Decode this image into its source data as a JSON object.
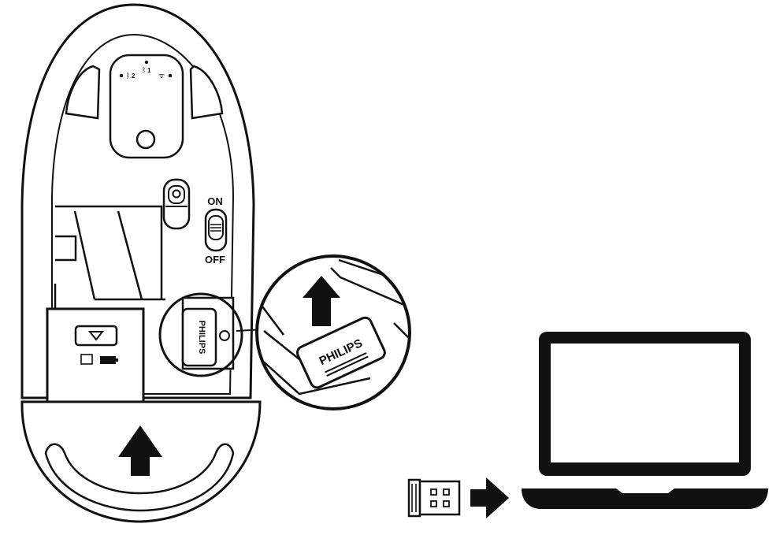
{
  "mouse": {
    "brand": "PHILIPS",
    "switch_on": "ON",
    "switch_off": "OFF",
    "mode_labels": [
      "2",
      "1"
    ],
    "icons": [
      "bluetooth-icon",
      "wifi-icon",
      "arrow-down-icon",
      "battery-icon",
      "arrow-up-icon"
    ]
  },
  "zoom": {
    "brand": "PHILIPS"
  },
  "laptop": {
    "icons": [
      "usb-receiver-icon",
      "arrow-right-icon",
      "laptop-icon"
    ]
  }
}
